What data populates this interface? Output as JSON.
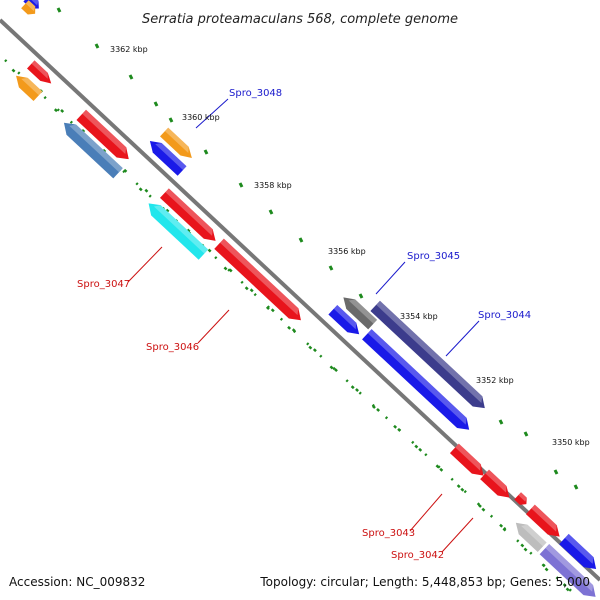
{
  "title": "Serratia proteamaculans 568, complete genome",
  "footer": {
    "accession": "Accession: NC_009832",
    "info": "Topology: circular; Length: 5,448,853 bp; Genes: 5,000"
  },
  "colors": {
    "red": "#e8141c",
    "orange": "#f39a1b",
    "blue": "#1a1ae8",
    "steelblue": "#4a7eb8",
    "cyan": "#22e6ec",
    "gray": "#6a6a6a",
    "slate": "#3c3c8c",
    "lightgray": "#bdbdbd",
    "lavender": "#7d72d4",
    "backbone": "#777777",
    "tick": "#1e8a1e",
    "blue_label": "#1a1acc",
    "red_label": "#cc1111"
  },
  "ruler": [
    {
      "label": "3362 kbp"
    },
    {
      "label": "3360 kbp"
    },
    {
      "label": "3358 kbp"
    },
    {
      "label": "3356 kbp"
    },
    {
      "label": "3354 kbp"
    },
    {
      "label": "3352 kbp"
    },
    {
      "label": "3350 kbp"
    }
  ],
  "genes": [
    {
      "id": "g01",
      "color": "blue"
    },
    {
      "id": "g02",
      "color": "orange"
    },
    {
      "id": "g03",
      "color": "red"
    },
    {
      "id": "g04",
      "color": "orange"
    },
    {
      "id": "g05",
      "color": "red"
    },
    {
      "id": "g06",
      "color": "steelblue"
    },
    {
      "id": "g07",
      "color": "orange"
    },
    {
      "id": "g08",
      "color": "blue"
    },
    {
      "id": "g09",
      "color": "red"
    },
    {
      "id": "g10",
      "color": "cyan"
    },
    {
      "id": "g11",
      "color": "red"
    },
    {
      "id": "g12",
      "color": "gray"
    },
    {
      "id": "g13",
      "color": "blue"
    },
    {
      "id": "g14",
      "color": "slate"
    },
    {
      "id": "g15",
      "color": "blue"
    },
    {
      "id": "g16",
      "color": "red"
    },
    {
      "id": "g17",
      "color": "red"
    },
    {
      "id": "g18",
      "color": "red"
    },
    {
      "id": "g19",
      "color": "red"
    },
    {
      "id": "g20",
      "color": "lightgray"
    },
    {
      "id": "g21",
      "color": "blue"
    },
    {
      "id": "g22",
      "color": "lavender"
    }
  ],
  "labels": [
    {
      "text": "Spro_3048",
      "color": "blue_label"
    },
    {
      "text": "Spro_3047",
      "color": "red_label"
    },
    {
      "text": "Spro_3046",
      "color": "red_label"
    },
    {
      "text": "Spro_3045",
      "color": "blue_label"
    },
    {
      "text": "Spro_3044",
      "color": "blue_label"
    },
    {
      "text": "Spro_3043",
      "color": "red_label"
    },
    {
      "text": "Spro_3042",
      "color": "red_label"
    }
  ]
}
